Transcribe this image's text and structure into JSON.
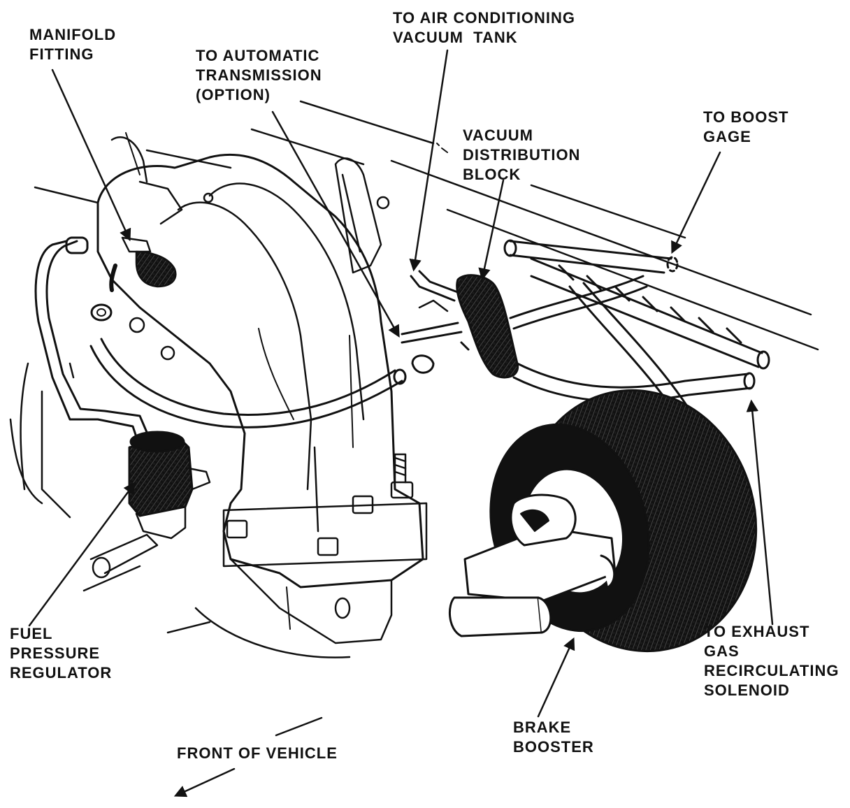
{
  "labels": {
    "manifold_fitting": [
      "MANIFOLD",
      "FITTING"
    ],
    "automatic_transmission": [
      "TO AUTOMATIC",
      "TRANSMISSION",
      "(OPTION)"
    ],
    "air_conditioning": [
      "TO AIR CONDITIONING",
      "VACUUM  TANK"
    ],
    "vacuum_distribution_block": [
      "VACUUM",
      "DISTRIBUTION",
      "BLOCK"
    ],
    "boost_gage": [
      "TO BOOST",
      "GAGE"
    ],
    "fuel_pressure_regulator": [
      "FUEL",
      "PRESSURE",
      "REGULATOR"
    ],
    "exhaust_gas_recirculating": [
      "TO EXHAUST",
      "GAS",
      "RECIRCULATING",
      "SOLENOID"
    ],
    "brake_booster": [
      "BRAKE",
      "BOOSTER"
    ],
    "front_of_vehicle": "FRONT OF VEHICLE"
  },
  "colors": {
    "ink": "#111111",
    "paper": "#ffffff",
    "shade": "#2a2a2a"
  }
}
